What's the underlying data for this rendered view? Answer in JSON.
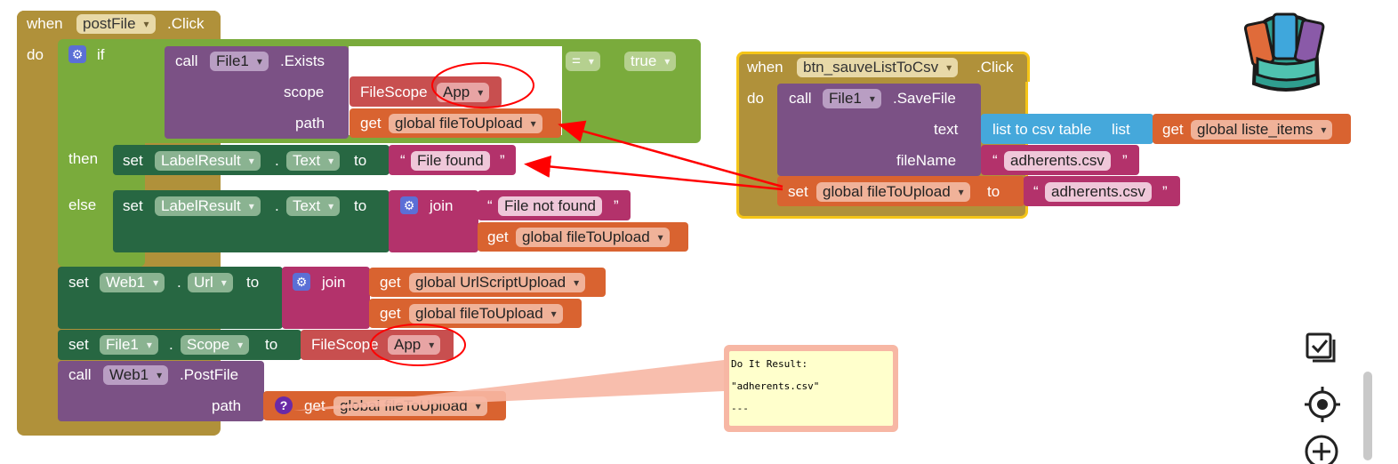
{
  "blocks": {
    "event1": {
      "when": "when",
      "component": "postFile",
      "event": ".Click",
      "do": "do"
    },
    "if_block": {
      "if": "if",
      "then": "then",
      "else": "else",
      "call": "call",
      "call_component": "File1",
      "call_method": ".Exists",
      "scope_label": "scope",
      "filescope": "FileScope",
      "filescope_value": "App",
      "path_label": "path",
      "get": "get",
      "var_file": "global fileToUpload",
      "eq": "=",
      "true_val": "true"
    },
    "then_set": {
      "set": "set",
      "component": "LabelResult",
      "dot": ".",
      "prop": "Text",
      "to": "to",
      "open_quote": "“",
      "close_quote": "”",
      "string": "File found"
    },
    "else_set": {
      "set": "set",
      "component": "LabelResult",
      "dot": ".",
      "prop": "Text",
      "to": "to",
      "join": "join",
      "open_quote": "“",
      "close_quote": "”",
      "string": "File not found",
      "get": "get",
      "var": "global fileToUpload"
    },
    "set_url": {
      "set": "set",
      "component": "Web1",
      "dot": ".",
      "prop": "Url",
      "to": "to",
      "join": "join",
      "get": "get",
      "var1": "global UrlScriptUpload",
      "var2": "global fileToUpload"
    },
    "set_scope": {
      "set": "set",
      "component": "File1",
      "dot": ".",
      "prop": "Scope",
      "to": "to",
      "filescope": "FileScope",
      "filescope_value": "App"
    },
    "call_post": {
      "call": "call",
      "component": "Web1",
      "method": ".PostFile",
      "path_label": "path",
      "question": "?",
      "get": "get",
      "var": "global fileToUpload"
    },
    "event2": {
      "when": "when",
      "component": "btn_sauveListToCsv",
      "event": ".Click",
      "do": "do",
      "call": "call",
      "call_component": "File1",
      "call_method": ".SaveFile",
      "text_label": "text",
      "csv": "list to csv table",
      "list_label": "list",
      "get": "get",
      "list_var": "global liste_items",
      "filename_label": "fileName",
      "open_quote": "“",
      "close_quote": "”",
      "filename_value": "adherents.csv",
      "set": "set",
      "set_var": "global fileToUpload",
      "to": "to",
      "set_value": "adherents.csv"
    }
  },
  "comment": {
    "line1": "Do It Result:",
    "line2": "\"adherents.csv\"",
    "line3": "---"
  },
  "icons": {
    "backpack": "backpack-icon",
    "checkbox": "checkbox-icon",
    "target": "target-icon",
    "zoom_in": "zoom-in-icon"
  },
  "colors": {
    "event": "#b0913a",
    "control": "#7aab3c",
    "component_method": "#7b5185",
    "set_component": "#276742",
    "text": "#b3326b",
    "variable": "#d96330",
    "filescope": "#c84f4f",
    "list": "#45a8db",
    "annotation": "#ff0000"
  }
}
